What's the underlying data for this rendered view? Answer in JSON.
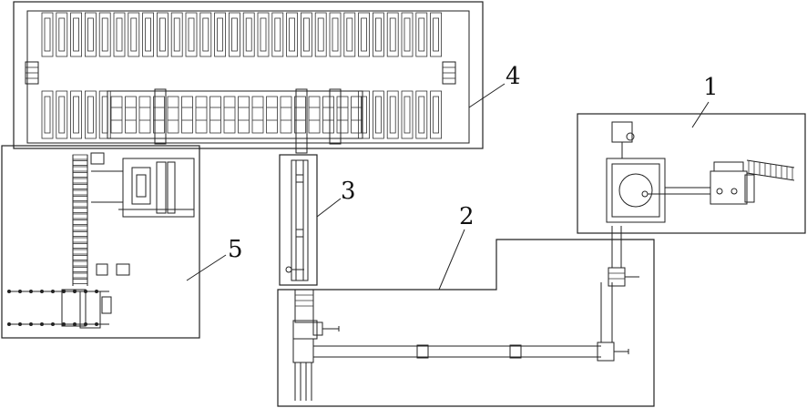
{
  "labels": {
    "one": "1",
    "two": "2",
    "three": "3",
    "four": "4",
    "five": "5"
  },
  "colors": {
    "line": "#222222",
    "background": "#ffffff"
  }
}
